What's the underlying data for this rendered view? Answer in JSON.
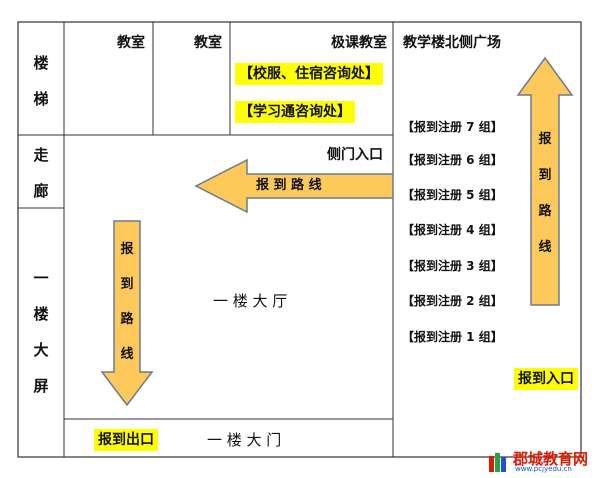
{
  "left_column": {
    "stairs": [
      "楼",
      "梯"
    ],
    "corridor": [
      "走",
      "廊"
    ],
    "screen": [
      "一",
      "楼",
      "大",
      "屏"
    ]
  },
  "rooms": {
    "classroom1": "教室",
    "classroom2": "教室",
    "classroom3": "极课教室",
    "uniform_desk": "【校服、住宿咨询处】",
    "xuexitong_desk": "【学习通咨询处】"
  },
  "center": {
    "side_entrance": "侧门入口",
    "route_h": "报 到 路 线",
    "route_v": [
      "报",
      "到",
      "路",
      "线"
    ],
    "lobby": "一 楼 大 厅",
    "exit": "报到出口",
    "main_gate": "一 楼 大 门"
  },
  "plaza": {
    "title": "教学楼北侧广场",
    "groups": [
      "【报到注册 7 组】",
      "【报到注册 6 组】",
      "【报到注册 5 组】",
      "【报到注册 4 组】",
      "【报到注册 3 组】",
      "【报到注册 2 组】",
      "【报到注册 1 组】"
    ],
    "route_v": [
      "报",
      "到",
      "路",
      "线"
    ],
    "entrance": "报到入口"
  },
  "watermark": {
    "name": "郡城教育网",
    "url": "www.pcjyedu.cn"
  },
  "colors": {
    "arrow_fill": "#fcc95a",
    "arrow_stroke": "#6b7a93",
    "highlight": "#ffff00",
    "logo_red": "#d81e06",
    "logo_blue": "#1a56c4"
  }
}
